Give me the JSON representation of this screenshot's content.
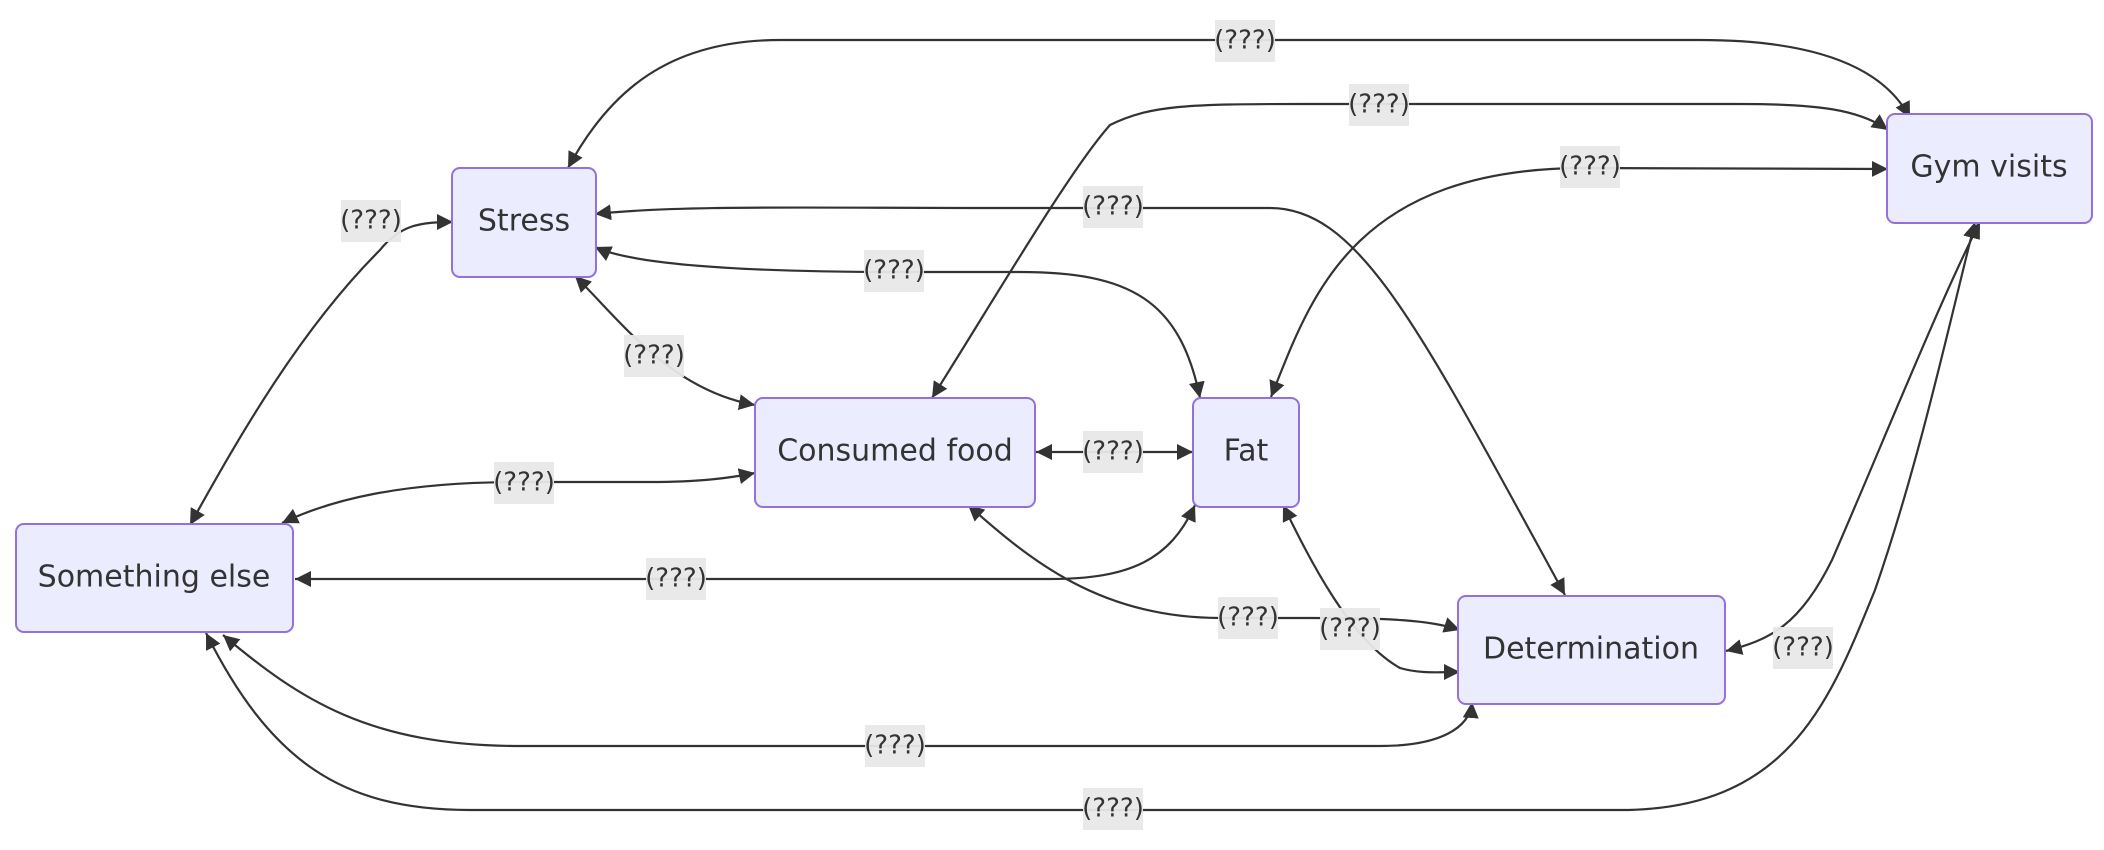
{
  "diagram": {
    "nodes": {
      "stress": "Stress",
      "consumed_food": "Consumed food",
      "fat": "Fat",
      "gym_visits": "Gym visits",
      "something_else": "Something else",
      "determination": "Determination"
    },
    "edges": [
      {
        "from": "Stress",
        "to": "Gym visits",
        "label": "(???)"
      },
      {
        "from": "Consumed food",
        "to": "Gym visits",
        "label": "(???)"
      },
      {
        "from": "Fat",
        "to": "Gym visits",
        "label": "(???)"
      },
      {
        "from": "Stress",
        "to": "Determination",
        "label": "(???)"
      },
      {
        "from": "Stress",
        "to": "Fat",
        "label": "(???)"
      },
      {
        "from": "Something else",
        "to": "Stress",
        "label": "(???)"
      },
      {
        "from": "Stress",
        "to": "Consumed food",
        "label": "(???)"
      },
      {
        "from": "Consumed food",
        "to": "Something else",
        "label": "(???)"
      },
      {
        "from": "Consumed food",
        "to": "Fat",
        "label": "(???)"
      },
      {
        "from": "Fat",
        "to": "Something else",
        "label": "(???)"
      },
      {
        "from": "Consumed food",
        "to": "Determination",
        "label": "(???)"
      },
      {
        "from": "Fat",
        "to": "Determination",
        "label": "(???)"
      },
      {
        "from": "Gym visits",
        "to": "Determination",
        "label": "(???)"
      },
      {
        "from": "Something else",
        "to": "Determination",
        "label": "(???)"
      },
      {
        "from": "Something else",
        "to": "Gym visits",
        "label": "(???)"
      }
    ]
  }
}
